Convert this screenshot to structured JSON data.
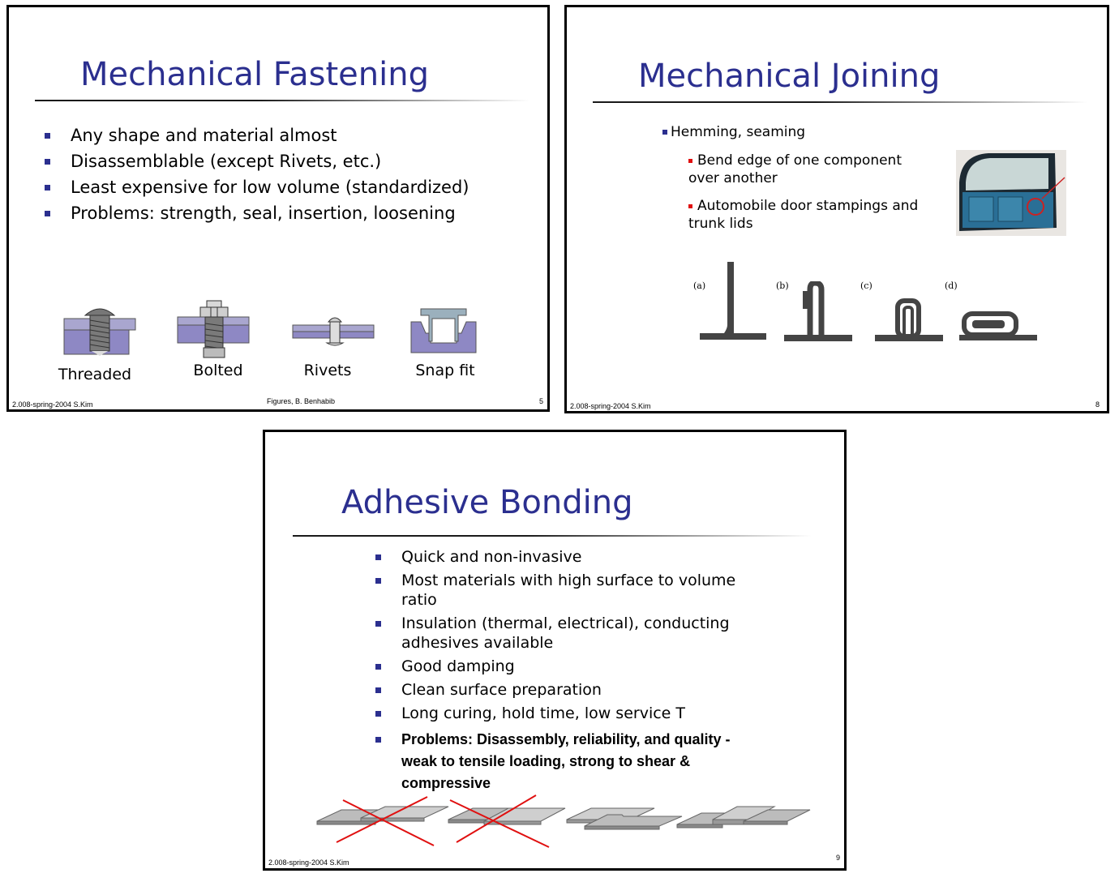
{
  "slide1": {
    "title": "Mechanical Fastening",
    "bullets": [
      "Any shape and material almost",
      "Disassemblable (except Rivets, etc.)",
      "Least expensive for low volume (standardized)",
      "Problems: strength, seal, insertion, loosening"
    ],
    "figures": [
      "Threaded",
      "Bolted",
      "Rivets",
      "Snap fit"
    ],
    "footer_left": "2.008-spring-2004  S.Kim",
    "footer_center": "Figures, B. Benhabib",
    "page_number": "5"
  },
  "slide2": {
    "title": "Mechanical Joining",
    "bullet": "Hemming, seaming",
    "sub_bullets": [
      "Bend edge of one component over another",
      "Automobile door stampings and trunk lids"
    ],
    "hem_labels": [
      "(a)",
      "(b)",
      "(c)",
      "(d)"
    ],
    "footer_left": "2.008-spring-2004  S.Kim",
    "page_number": "8"
  },
  "slide3": {
    "title": "Adhesive Bonding",
    "bullets": [
      "Quick and non-invasive",
      "Most materials with high surface to volume ratio",
      "Insulation (thermal, electrical), conducting adhesives available",
      "Good damping",
      "Clean surface preparation",
      "Long curing, hold time, low service T"
    ],
    "bold_bullet": "Problems: Disassembly, reliability, and quality - weak to tensile loading, strong to shear & compressive",
    "footer_left": "2.008-spring-2004  S.Kim",
    "page_number": "9"
  },
  "colors": {
    "title_blue": "#2b2f8f",
    "bullet_blue": "#2b2f8f",
    "sub_bullet_red": "#e01010",
    "fastener_purple": "#8e88c4",
    "cross_red": "#e01010"
  }
}
